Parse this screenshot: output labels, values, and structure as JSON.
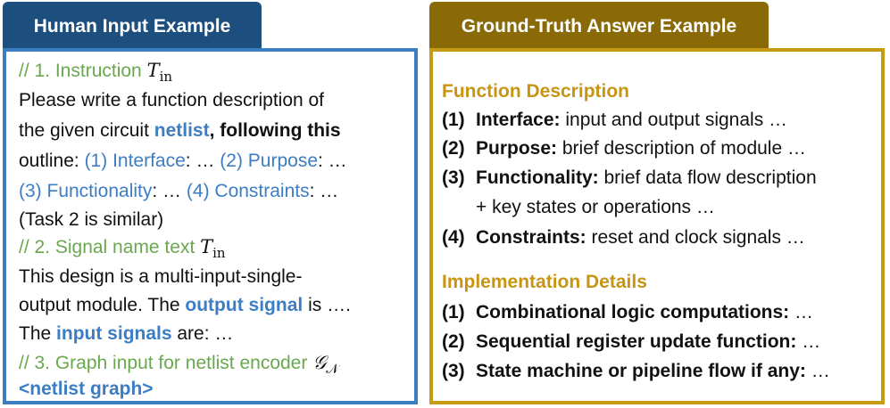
{
  "left": {
    "title": "Human Input Example",
    "instruction_comment": "// 1. Instruction ",
    "t_symbol": "T",
    "t_sub": "in",
    "p1_l1": "Please write a function description of",
    "p1_l2_a": "the given circuit ",
    "p1_l2_netlist": "netlist",
    "p1_l2_b": ", following this",
    "p1_l3_a": "outline: ",
    "p1_interface": "(1) Interface",
    "p1_l3_b": ": … ",
    "p1_purpose": "(2) Purpose",
    "p1_l3_c": ": …",
    "p1_functionality": "(3) Functionality",
    "p1_l4_b": ": … ",
    "p1_constraints": "(4) Constraints",
    "p1_l4_c": ": …",
    "task2_note": "(Task 2 is similar)",
    "signal_comment": "// 2. Signal name text ",
    "p2_l1": "This design is a multi-input-single-",
    "p2_l2_a": "output module. The ",
    "p2_output": "output signal",
    "p2_l2_b": " is ….",
    "p2_l3_a": "The ",
    "p2_input": "input signals",
    "p2_l3_b": " are: …",
    "graph_comment": "// 3. Graph input for netlist encoder ",
    "g_symbol": "𝒢",
    "g_sub": "𝒩",
    "netlist_graph": "<netlist graph>"
  },
  "right": {
    "title": "Ground-Truth Answer Example",
    "func_heading": "Function Description",
    "func_items": [
      {
        "num": "(1)",
        "label": "Interface:",
        "text": " input and output signals …"
      },
      {
        "num": "(2)",
        "label": "Purpose:",
        "text": " brief description of module …"
      },
      {
        "num": "(3)",
        "label": "Functionality:",
        "text": " brief data flow description"
      },
      {
        "num": "(4)",
        "label": "Constraints:",
        "text": " reset and clock signals …"
      }
    ],
    "func_item3_cont": "+ key states or operations …",
    "impl_heading": "Implementation Details",
    "impl_items": [
      {
        "num": "(1)",
        "text": "Combinational logic computations:",
        "tail": " …"
      },
      {
        "num": "(2)",
        "text": "Sequential register update function:",
        "tail": " …"
      },
      {
        "num": "(3)",
        "text": "State machine or pipeline flow if any:",
        "tail": " …"
      }
    ]
  },
  "colors": {
    "left_tab": "#1d4f7e",
    "left_border": "#3b7fc0",
    "right_tab": "#8a6a07",
    "right_border": "#c59b13",
    "comment_green": "#6aa84f",
    "keyword_blue": "#3c7dc3",
    "heading_gold": "#c89513"
  }
}
